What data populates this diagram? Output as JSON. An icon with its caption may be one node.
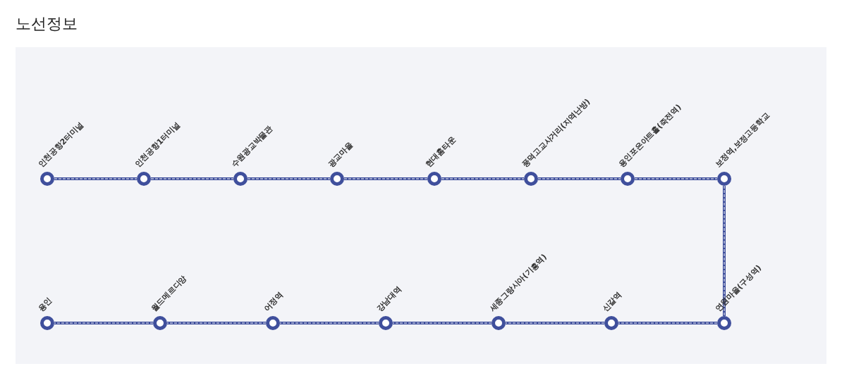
{
  "diagram": {
    "title": "노선정보",
    "nodes": [
      {
        "text": [
          "인천공항2터미널"
        ]
      },
      {
        "text": [
          "인천공항1터미널"
        ]
      },
      {
        "text": [
          "수원광교박물관"
        ]
      },
      {
        "text": [
          "광교마을"
        ]
      },
      {
        "text": [
          "현대홈타운"
        ]
      },
      {
        "text": [
          "풍덕고교사거리(지역난방)"
        ]
      },
      {
        "text": [
          "용인포은아트홀(죽전역)"
        ]
      },
      {
        "text": [
          "보정역,보정고등학교"
        ]
      },
      {
        "text": [
          "용인"
        ]
      },
      {
        "text": [
          "월드메르디앙"
        ]
      },
      {
        "text": [
          "어정역"
        ]
      },
      {
        "text": [
          "강남대역"
        ]
      },
      {
        "text": [
          "세종그랑시아(기흥역)"
        ]
      },
      {
        "text": [
          "신갈역"
        ]
      },
      {
        "text": [
          "연원마을(구성역)"
        ]
      }
    ],
    "edges": [
      {
        "from": 0,
        "to": 1,
        "arrow": "none"
      },
      {
        "from": 1,
        "to": 2,
        "arrow": "none"
      },
      {
        "from": 2,
        "to": 3,
        "arrow": "none"
      },
      {
        "from": 3,
        "to": 4,
        "arrow": "none"
      },
      {
        "from": 4,
        "to": 5,
        "arrow": "none"
      },
      {
        "from": 5,
        "to": 6,
        "arrow": "none"
      },
      {
        "from": 6,
        "to": 7,
        "arrow": "none"
      },
      {
        "from": 7,
        "to": 14,
        "arrow": "none"
      },
      {
        "from": 14,
        "to": 13,
        "arrow": "none"
      },
      {
        "from": 13,
        "to": 12,
        "arrow": "none"
      },
      {
        "from": 12,
        "to": 11,
        "arrow": "none"
      },
      {
        "from": 11,
        "to": 10,
        "arrow": "none"
      },
      {
        "from": 10,
        "to": 9,
        "arrow": "none"
      },
      {
        "from": 9,
        "to": 8,
        "arrow": "none"
      }
    ]
  }
}
